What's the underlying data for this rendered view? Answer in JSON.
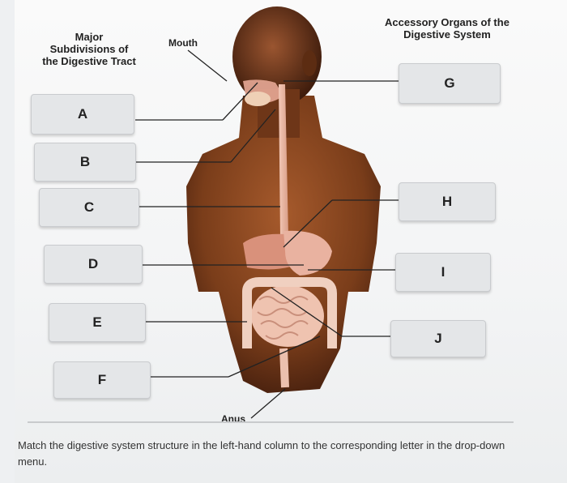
{
  "header_left": {
    "l1": "Major",
    "l2": "Subdivisions of",
    "l3": "the Digestive Tract"
  },
  "header_right": {
    "l1": "Accessory Organs of the",
    "l2": "Digestive System"
  },
  "labels": {
    "mouth": "Mouth",
    "anus": "Anus"
  },
  "left_boxes": [
    "A",
    "B",
    "C",
    "D",
    "E",
    "F"
  ],
  "right_boxes": [
    "G",
    "H",
    "I",
    "J"
  ],
  "instructions": "Match the digestive system structure in the left-hand column to the corresponding letter in the drop-down menu.",
  "colors": {
    "skin": "#8a4a22",
    "tract": "#e9b9a7",
    "box": "#e4e6e8"
  }
}
